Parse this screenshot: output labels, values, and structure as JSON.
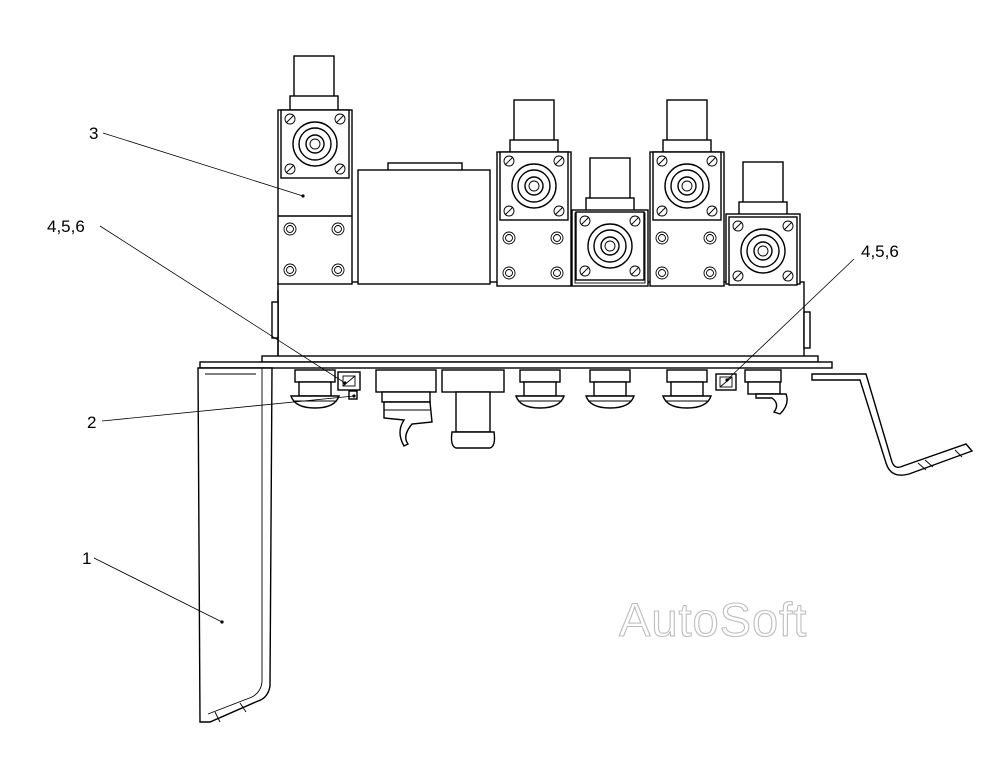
{
  "callouts": {
    "part_1": "1",
    "part_2": "2",
    "part_3": "3",
    "fasteners_left": "4,5,6",
    "fasteners_right": "4,5,6"
  },
  "watermark": "AutoSoft",
  "colors": {
    "line": "#000000",
    "background": "#ffffff",
    "watermark_outline": "#bdbdbd"
  }
}
